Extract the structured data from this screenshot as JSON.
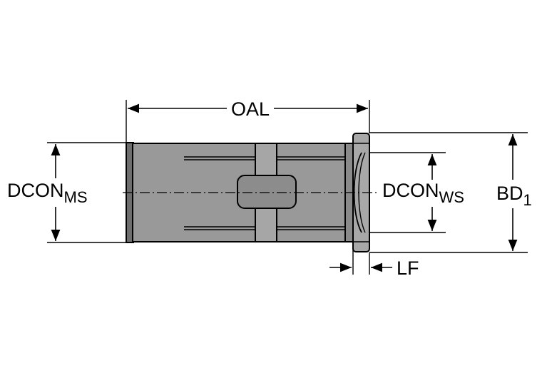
{
  "labels": {
    "oal": "OAL",
    "dcon_ms_base": "DCON",
    "dcon_ms_sub": "MS",
    "dcon_ws_base": "DCON",
    "dcon_ws_sub": "WS",
    "bd_base": "BD",
    "bd_sub": "1",
    "lf": "LF"
  },
  "colors": {
    "body": "#999999",
    "body_dark": "#7a7a7a",
    "flange": "#a8a8a8",
    "line": "#000000"
  }
}
